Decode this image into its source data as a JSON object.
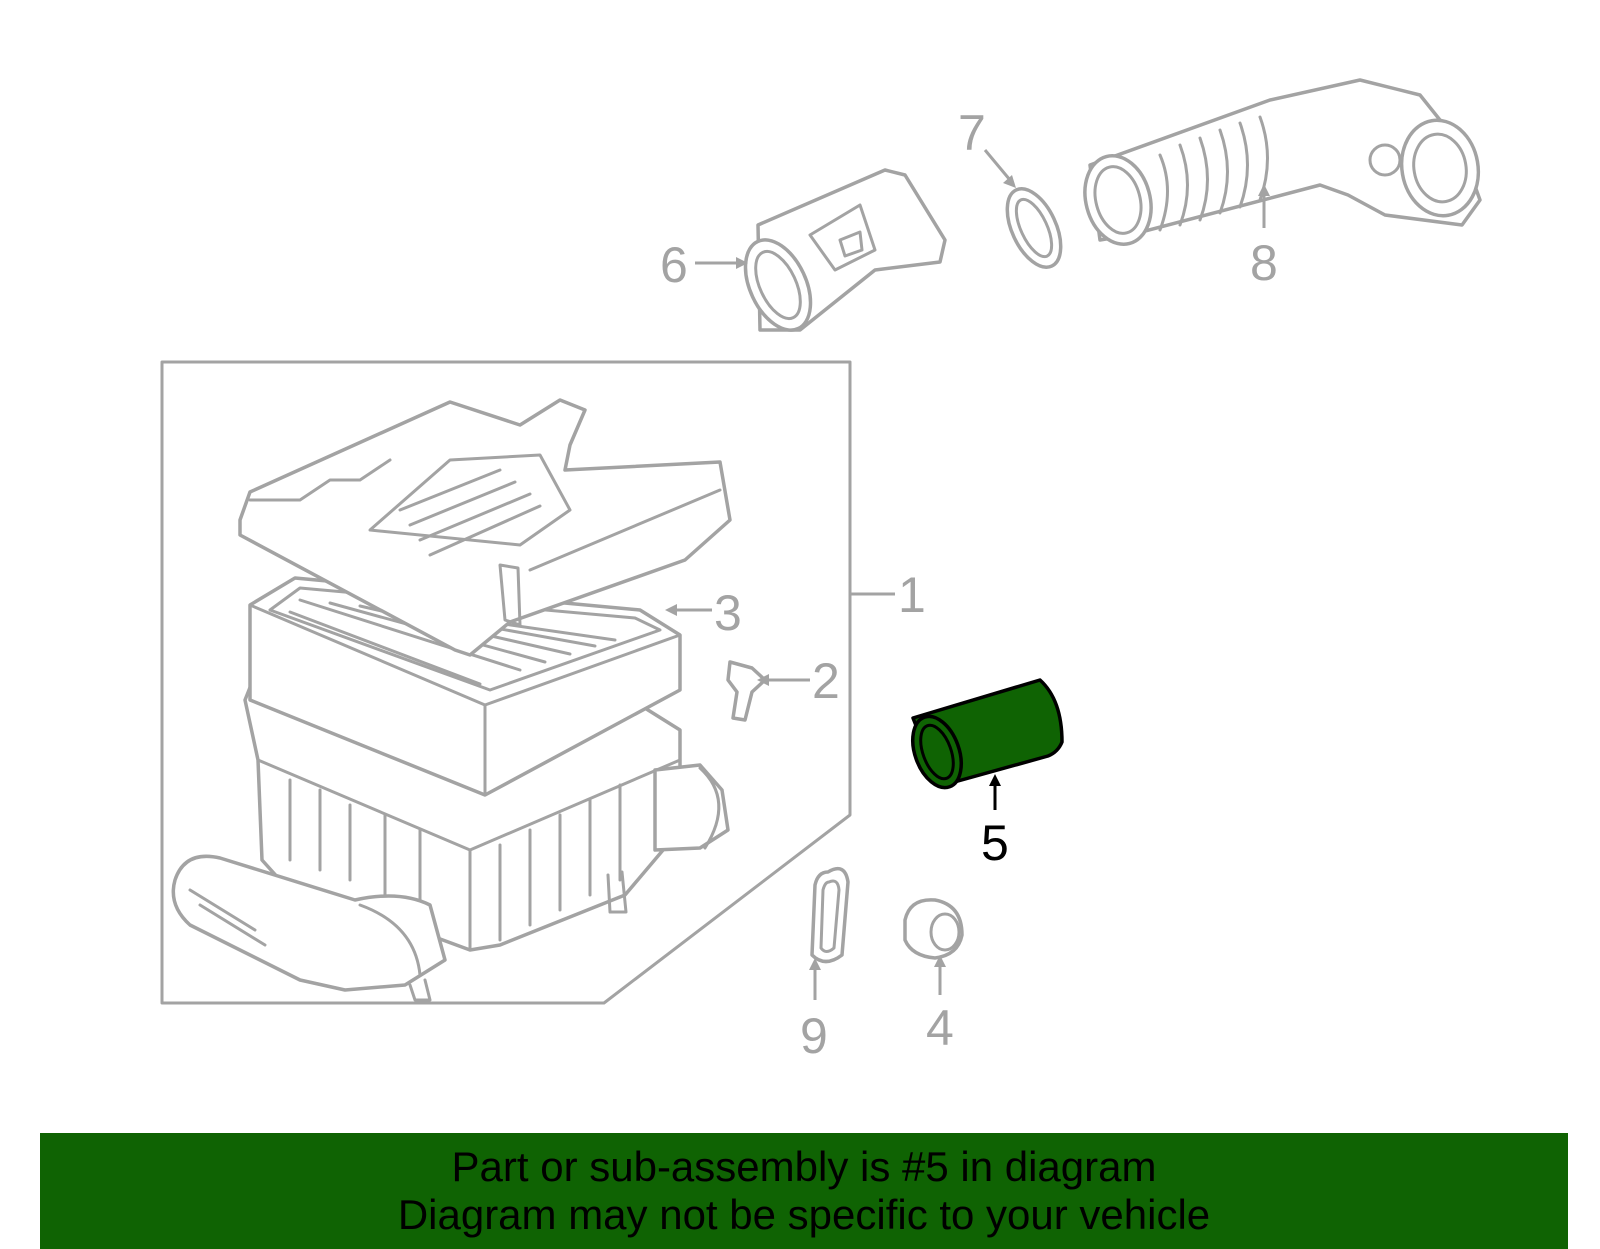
{
  "diagram": {
    "callouts": [
      {
        "id": "1",
        "label": "1",
        "highlighted": false
      },
      {
        "id": "2",
        "label": "2",
        "highlighted": false
      },
      {
        "id": "3",
        "label": "3",
        "highlighted": false
      },
      {
        "id": "4",
        "label": "4",
        "highlighted": false
      },
      {
        "id": "5",
        "label": "5",
        "highlighted": true
      },
      {
        "id": "6",
        "label": "6",
        "highlighted": false
      },
      {
        "id": "7",
        "label": "7",
        "highlighted": false
      },
      {
        "id": "8",
        "label": "8",
        "highlighted": false
      },
      {
        "id": "9",
        "label": "9",
        "highlighted": false
      }
    ]
  },
  "banner": {
    "line1": "Part or sub-assembly is #5 in diagram",
    "line2": "Diagram may not be specific to your vehicle"
  },
  "colors": {
    "highlight": "#0f6303",
    "line": "#a3a3a3",
    "background": "#ffffff"
  }
}
